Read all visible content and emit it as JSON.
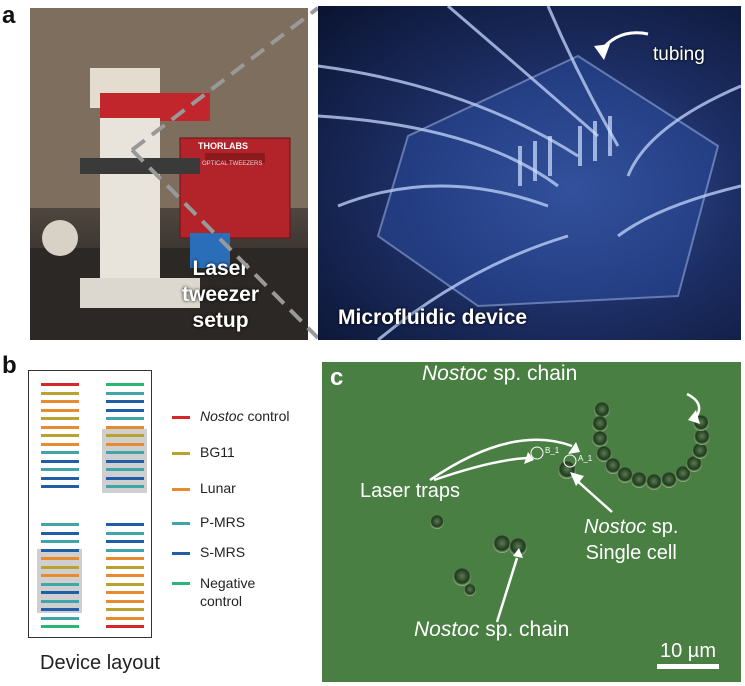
{
  "panels": {
    "a": {
      "letter": "a",
      "setup_label": "Laser tweezer setup",
      "setup_lines": [
        "Laser",
        "tweezer",
        "setup"
      ],
      "thorlabs_text": "THORLABS",
      "tweezer_badge": "OPTICAL TWEEZERS",
      "device_label": "Microfluidic device",
      "tubing_label": "tubing"
    },
    "b": {
      "letter": "b",
      "caption": "Device layout",
      "legend": [
        {
          "label_italic": "Nostoc",
          "label_rest": " control",
          "color": "#d7262b"
        },
        {
          "label_italic": "",
          "label_rest": "BG11",
          "color": "#b8a230"
        },
        {
          "label_italic": "",
          "label_rest": "Lunar",
          "color": "#e88a2e"
        },
        {
          "label_italic": "",
          "label_rest": "P-MRS",
          "color": "#3fa5a8"
        },
        {
          "label_italic": "",
          "label_rest": "S-MRS",
          "color": "#1f5fa8"
        },
        {
          "label_italic": "",
          "label_rest": "Negative control",
          "label_lines": [
            "Negative",
            "control"
          ],
          "color": "#2bb673"
        }
      ],
      "columns": {
        "top_left": [
          "#d7262b",
          "#b8a230",
          "#e88a2e",
          "#e88a2e",
          "#b8a230",
          "#e88a2e",
          "#b8a230",
          "#e88a2e",
          "#3fa5a8",
          "#1f5fa8",
          "#3fa5a8",
          "#1f5fa8",
          "#1f5fa8"
        ],
        "top_right": [
          "#2bb673",
          "#3fa5a8",
          "#1f5fa8",
          "#1f5fa8",
          "#3fa5a8",
          "#e88a2e",
          "#b8a230",
          "#e88a2e",
          "#3fa5a8",
          "#1f5fa8",
          "#3fa5a8",
          "#1f5fa8",
          "#3fa5a8"
        ],
        "bottom_left": [
          "#3fa5a8",
          "#1f5fa8",
          "#3fa5a8",
          "#1f5fa8",
          "#e88a2e",
          "#b8a230",
          "#e88a2e",
          "#3fa5a8",
          "#1f5fa8",
          "#3fa5a8",
          "#1f5fa8",
          "#3fa5a8",
          "#2bb673"
        ],
        "bottom_right": [
          "#1f5fa8",
          "#3fa5a8",
          "#1f5fa8",
          "#3fa5a8",
          "#e88a2e",
          "#b8a230",
          "#e88a2e",
          "#b8a230",
          "#e88a2e",
          "#e88a2e",
          "#b8a230",
          "#e88a2e",
          "#d7262b"
        ]
      }
    },
    "c": {
      "letter": "c",
      "chain_top_label_italic": "Nostoc",
      "chain_top_label_rest": " sp. chain",
      "laser_traps_label": "Laser traps",
      "trap_b": "B_1",
      "trap_a": "A_1",
      "single_cell_italic": "Nostoc",
      "single_cell_rest": " sp.",
      "single_cell_line2": "Single cell",
      "chain_bottom_label_italic": "Nostoc",
      "chain_bottom_label_rest": " sp. chain",
      "scale_label": "10 µm"
    }
  }
}
